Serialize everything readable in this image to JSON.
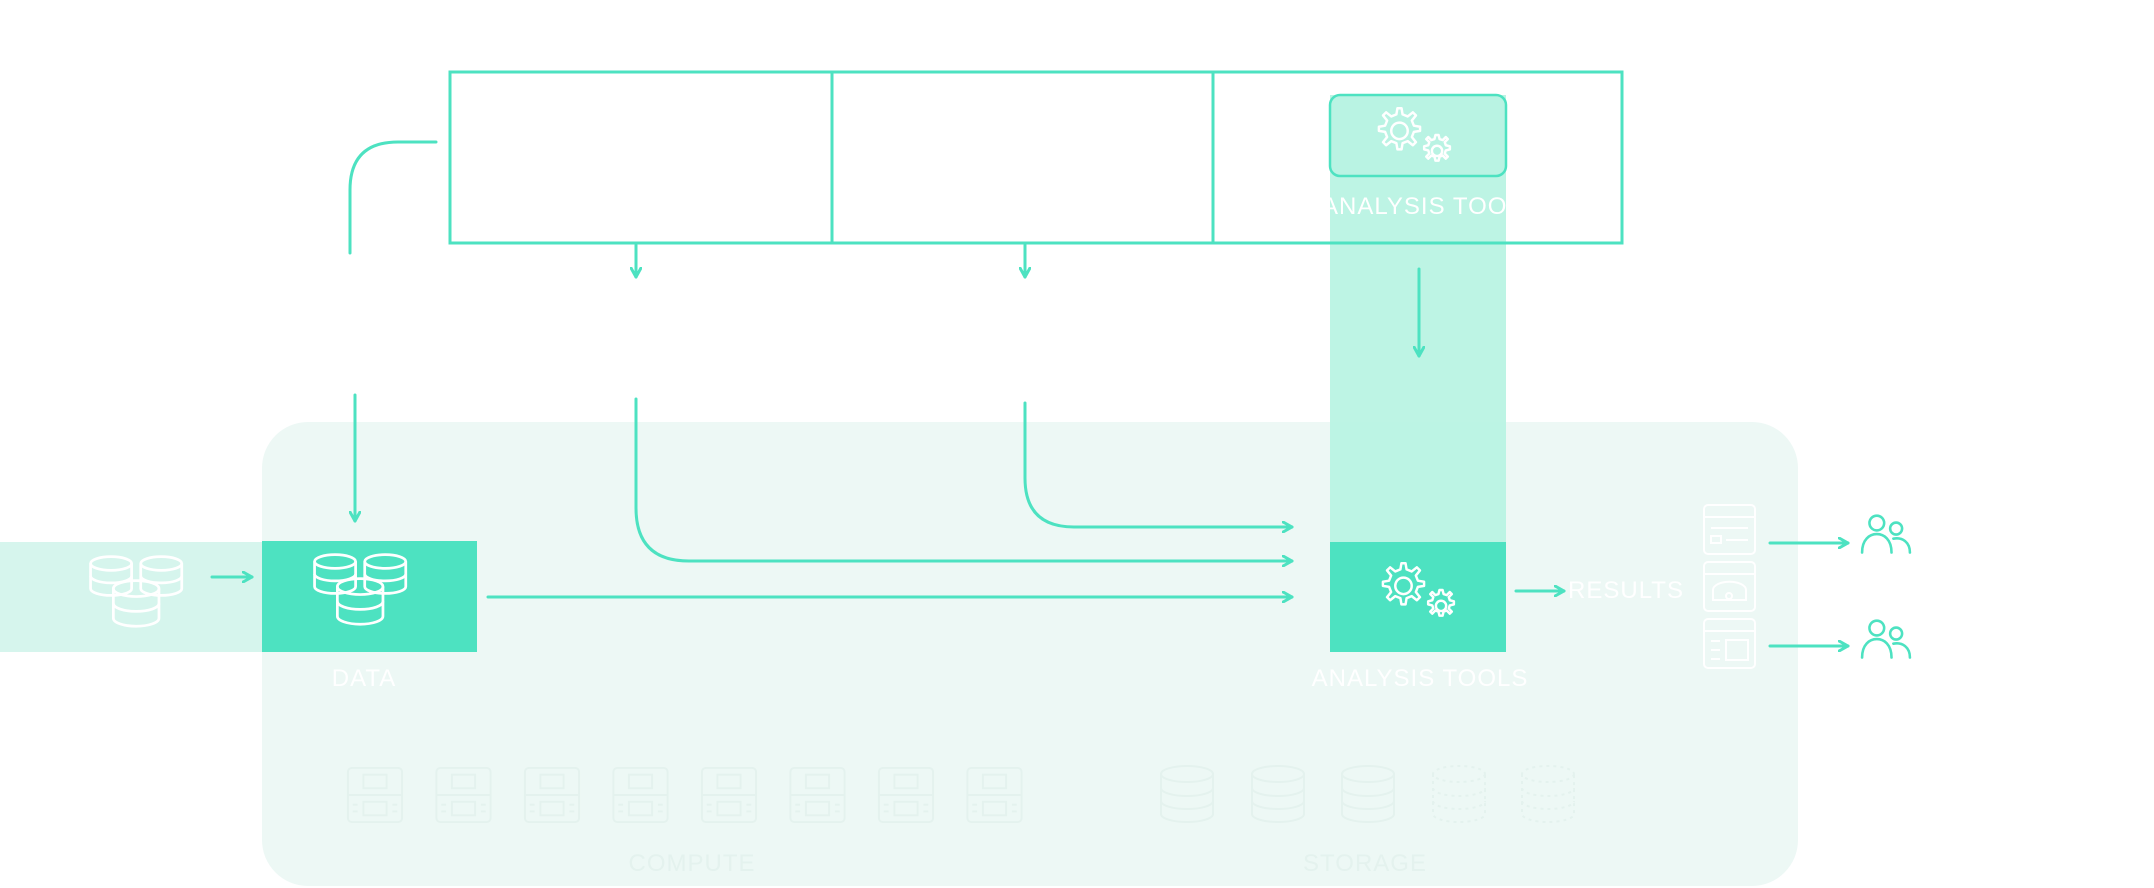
{
  "colors": {
    "accent": "#4de2c1",
    "accent_light": "#b9f3e3",
    "panel_bg": "#edf8f5",
    "source_bg": "#d6f5ed",
    "faint_icon": "#e4f2ee",
    "white": "#ffffff"
  },
  "labels": {
    "data": "DATA",
    "analysis_tools": "ANALYSIS TOOLS",
    "analysis_tool_top": "ANALYSIS TOOLS",
    "results": "RESULTS",
    "compute": "COMPUTE",
    "storage": "STORAGE"
  },
  "icons": {
    "source": "database-stack-icon",
    "data": "database-stack-icon",
    "analysis": "gears-icon",
    "analysis_top": "gears-icon",
    "results": [
      "report-icon",
      "dashboard-icon",
      "layout-icon"
    ],
    "consumers": [
      "users-icon",
      "users-icon"
    ],
    "compute": "server-icon",
    "storage": "database-icon"
  },
  "counts": {
    "compute_servers": 8,
    "storage_solid": 3,
    "storage_dashed": 2
  }
}
